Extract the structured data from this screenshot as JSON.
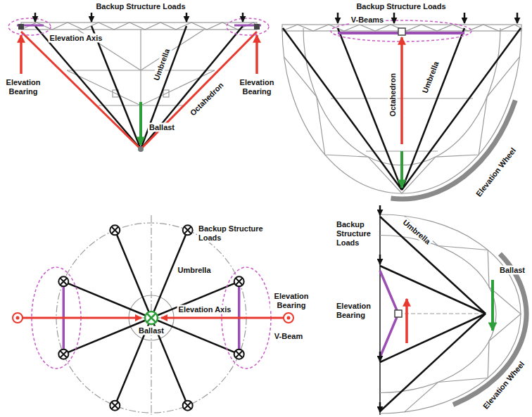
{
  "diagram": {
    "labels": [
      "Backup Structure Loads",
      "Backup Structure Loads",
      "Elevation Axis",
      "V-Beams",
      "Umbrella",
      "Umbrella",
      "Elevation Bearing",
      "Octahedron",
      "Octahedron",
      "Elevation Bearing",
      "Ballast",
      "Elevation Wheel",
      "Backup Structure Loads",
      "Backup Structure Loads",
      "Umbrella",
      "Umbrella",
      "Elevation Axis",
      "Elevation Bearing",
      "V-Beam",
      "Ballast",
      "Elevation Bearing",
      "Ballast",
      "Elevation Wheel"
    ]
  }
}
